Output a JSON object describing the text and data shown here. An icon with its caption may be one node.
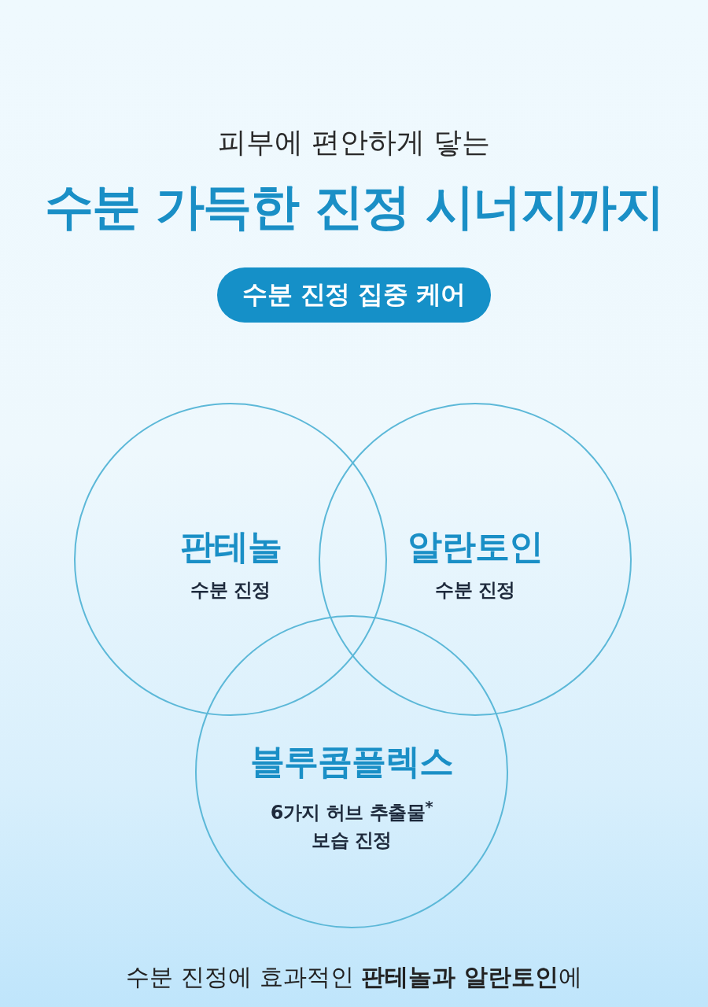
{
  "diagram": {
    "title": "수분 가득한 진정 시너지까지",
    "nodes": [
      {
        "text": [
          "수분 진정 집중 케어"
        ]
      },
      {
        "text": [
          "판테놀",
          "수분 진정"
        ]
      },
      {
        "text": [
          "알란토인",
          "수분 진정"
        ]
      },
      {
        "text": [
          "블루콤플렉스",
          "6가지 허브 추출물$^{*}$ 보습 진정"
        ]
      }
    ],
    "labels": [
      "피부에 편안하게 닿는",
      "수분 진정에 효과적인 **판테놀과 알란토인**에"
    ]
  }
}
